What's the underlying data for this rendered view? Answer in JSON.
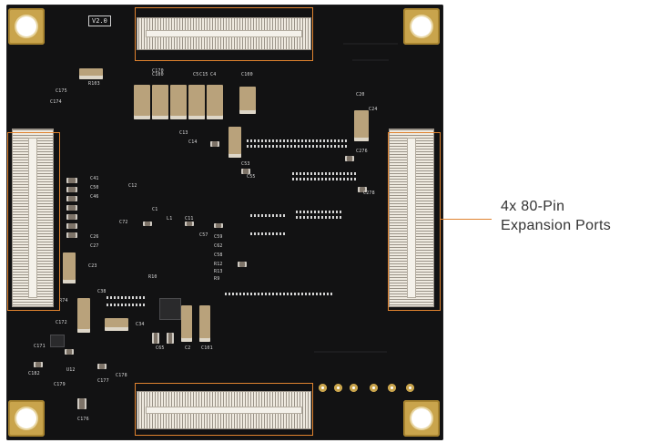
{
  "board": {
    "version_mark": "V2.0",
    "silkscreen_labels": [
      "C175",
      "C174",
      "R103",
      "C170",
      "C5",
      "C4",
      "C100",
      "C20",
      "C24",
      "C276",
      "C278",
      "C53",
      "C55",
      "C41",
      "C50",
      "C46",
      "C26",
      "C27",
      "C23",
      "C38",
      "R74",
      "C172",
      "C171",
      "C182",
      "U12",
      "C179",
      "C34",
      "C72",
      "C1",
      "C11",
      "C57",
      "C59",
      "C62",
      "C58",
      "R12",
      "R13",
      "R9",
      "R10",
      "L1",
      "C2",
      "C65",
      "C12",
      "C13",
      "C14",
      "C15",
      "C100",
      "C101",
      "C176",
      "C177",
      "C178"
    ]
  },
  "annotation": {
    "line1": "4x 80-Pin",
    "line2": "Expansion Ports",
    "accent_color": "#e0832f"
  }
}
